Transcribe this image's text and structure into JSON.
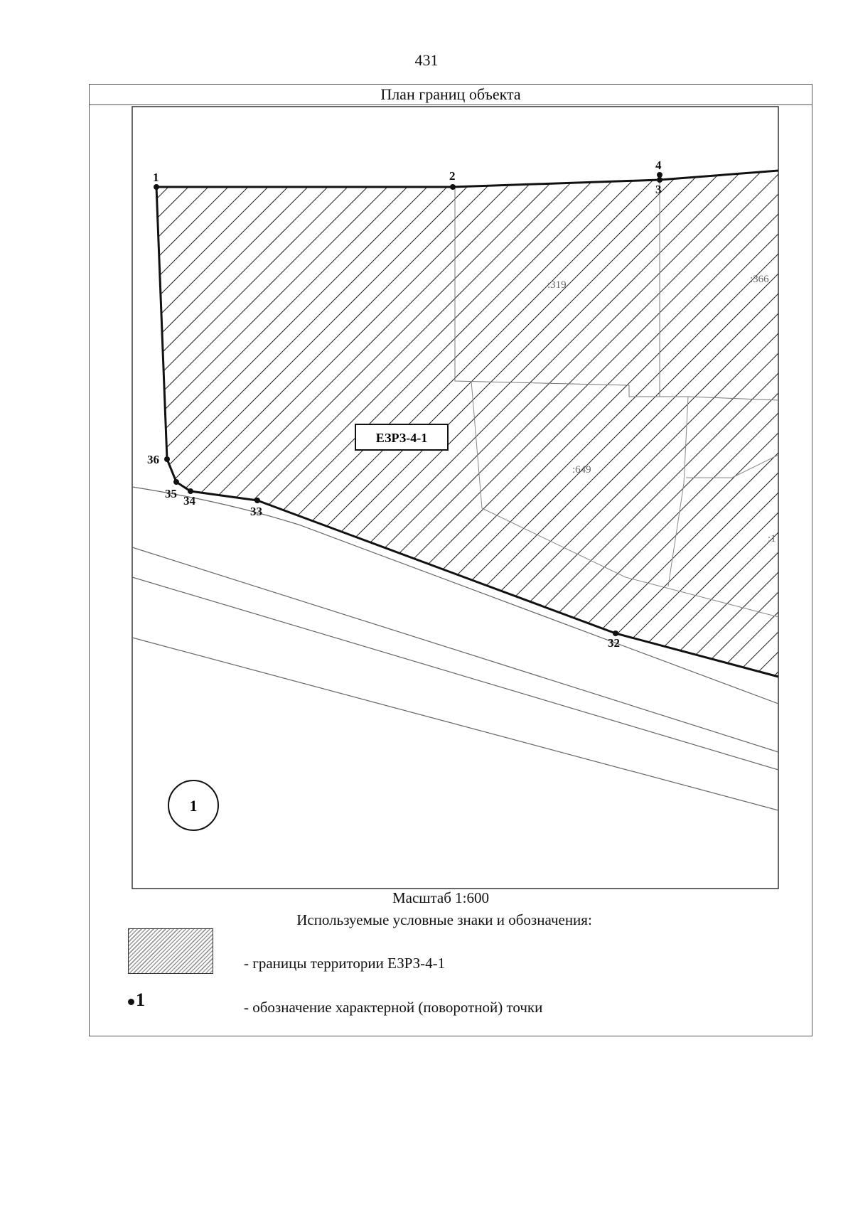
{
  "page_number": "431",
  "frame_title": "План границ объекта",
  "map": {
    "zone_label": "ЕЗРЗ-4-1",
    "section_marker": "1",
    "parcel_labels": [
      ":319",
      ":366",
      ":649",
      ":1"
    ],
    "points": [
      {
        "id": "1"
      },
      {
        "id": "2"
      },
      {
        "id": "3"
      },
      {
        "id": "4"
      },
      {
        "id": "32"
      },
      {
        "id": "33"
      },
      {
        "id": "34"
      },
      {
        "id": "35"
      },
      {
        "id": "36"
      }
    ]
  },
  "scale": "Масштаб 1:600",
  "legend": {
    "heading": "Используемые условные знаки и обозначения:",
    "items": [
      {
        "symbol": "hatch",
        "text": "- границы территории ЕЗРЗ-4-1"
      },
      {
        "symbol": "point",
        "sample": "1",
        "text": "- обозначение характерной (поворотной) точки"
      }
    ]
  }
}
